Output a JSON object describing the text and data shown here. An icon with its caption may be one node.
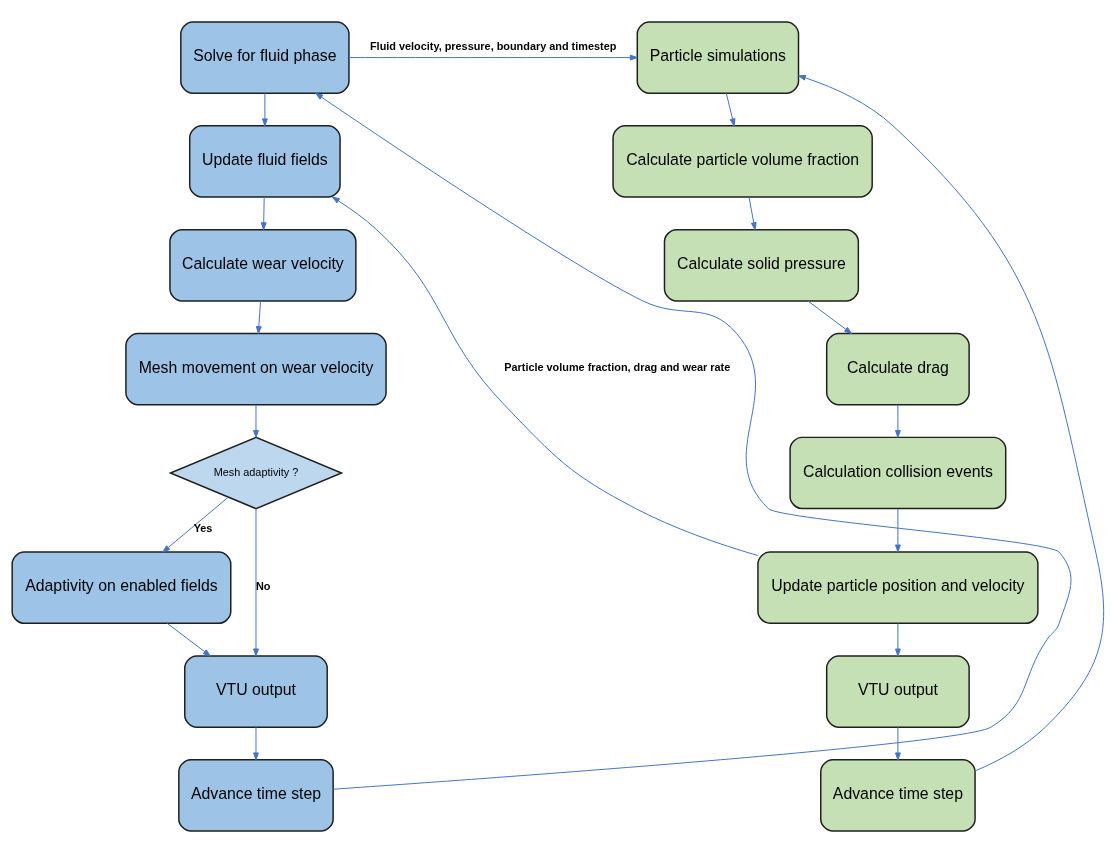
{
  "diagram": {
    "nodes": [
      {
        "text": [
          "Solve for fluid phase"
        ]
      },
      {
        "text": [
          "Update fluid fields"
        ]
      },
      {
        "text": [
          "Calculate wear velocity"
        ]
      },
      {
        "text": [
          "Mesh movement on wear velocity"
        ]
      },
      {
        "text": [
          "Mesh adaptivity ?"
        ]
      },
      {
        "text": [
          "Adaptivity on enabled fields"
        ]
      },
      {
        "text": [
          "VTU output"
        ]
      },
      {
        "text": [
          "Advance time step"
        ]
      },
      {
        "text": [
          "Particle simulations"
        ]
      },
      {
        "text": [
          "Calculate particle volume fraction"
        ]
      },
      {
        "text": [
          "Calculate solid pressure"
        ]
      },
      {
        "text": [
          "Calculate drag"
        ]
      },
      {
        "text": [
          "Calculation collision events"
        ]
      },
      {
        "text": [
          "Update particle position and velocity"
        ]
      },
      {
        "text": [
          "VTU output"
        ]
      },
      {
        "text": [
          "Advance time step"
        ]
      }
    ],
    "edges": [
      {
        "from": 0,
        "to": 1,
        "arrow": "to"
      },
      {
        "from": 1,
        "to": 2,
        "arrow": "to"
      },
      {
        "from": 2,
        "to": 3,
        "arrow": "to"
      },
      {
        "from": 3,
        "to": 4,
        "arrow": "to"
      },
      {
        "from": 4,
        "to": 5,
        "arrow": "to",
        "label": "Yes"
      },
      {
        "from": 4,
        "to": 6,
        "arrow": "to",
        "label": "No"
      },
      {
        "from": 5,
        "to": 6,
        "arrow": "to"
      },
      {
        "from": 6,
        "to": 7,
        "arrow": "to"
      },
      {
        "from": 7,
        "to": 0,
        "arrow": "to"
      },
      {
        "from": 0,
        "to": 8,
        "arrow": "to",
        "label": "Fluid velocity, pressure, boundary and timestep"
      },
      {
        "from": 8,
        "to": 9,
        "arrow": "to"
      },
      {
        "from": 9,
        "to": 10,
        "arrow": "to"
      },
      {
        "from": 10,
        "to": 11,
        "arrow": "to"
      },
      {
        "from": 11,
        "to": 12,
        "arrow": "to"
      },
      {
        "from": 12,
        "to": 13,
        "arrow": "to"
      },
      {
        "from": 13,
        "to": 1,
        "arrow": "to",
        "label": "Particle volume fraction, drag and wear rate"
      },
      {
        "from": 13,
        "to": 14,
        "arrow": "to"
      },
      {
        "from": 14,
        "to": 15,
        "arrow": "to"
      },
      {
        "from": 15,
        "to": 8,
        "arrow": "to"
      }
    ]
  }
}
